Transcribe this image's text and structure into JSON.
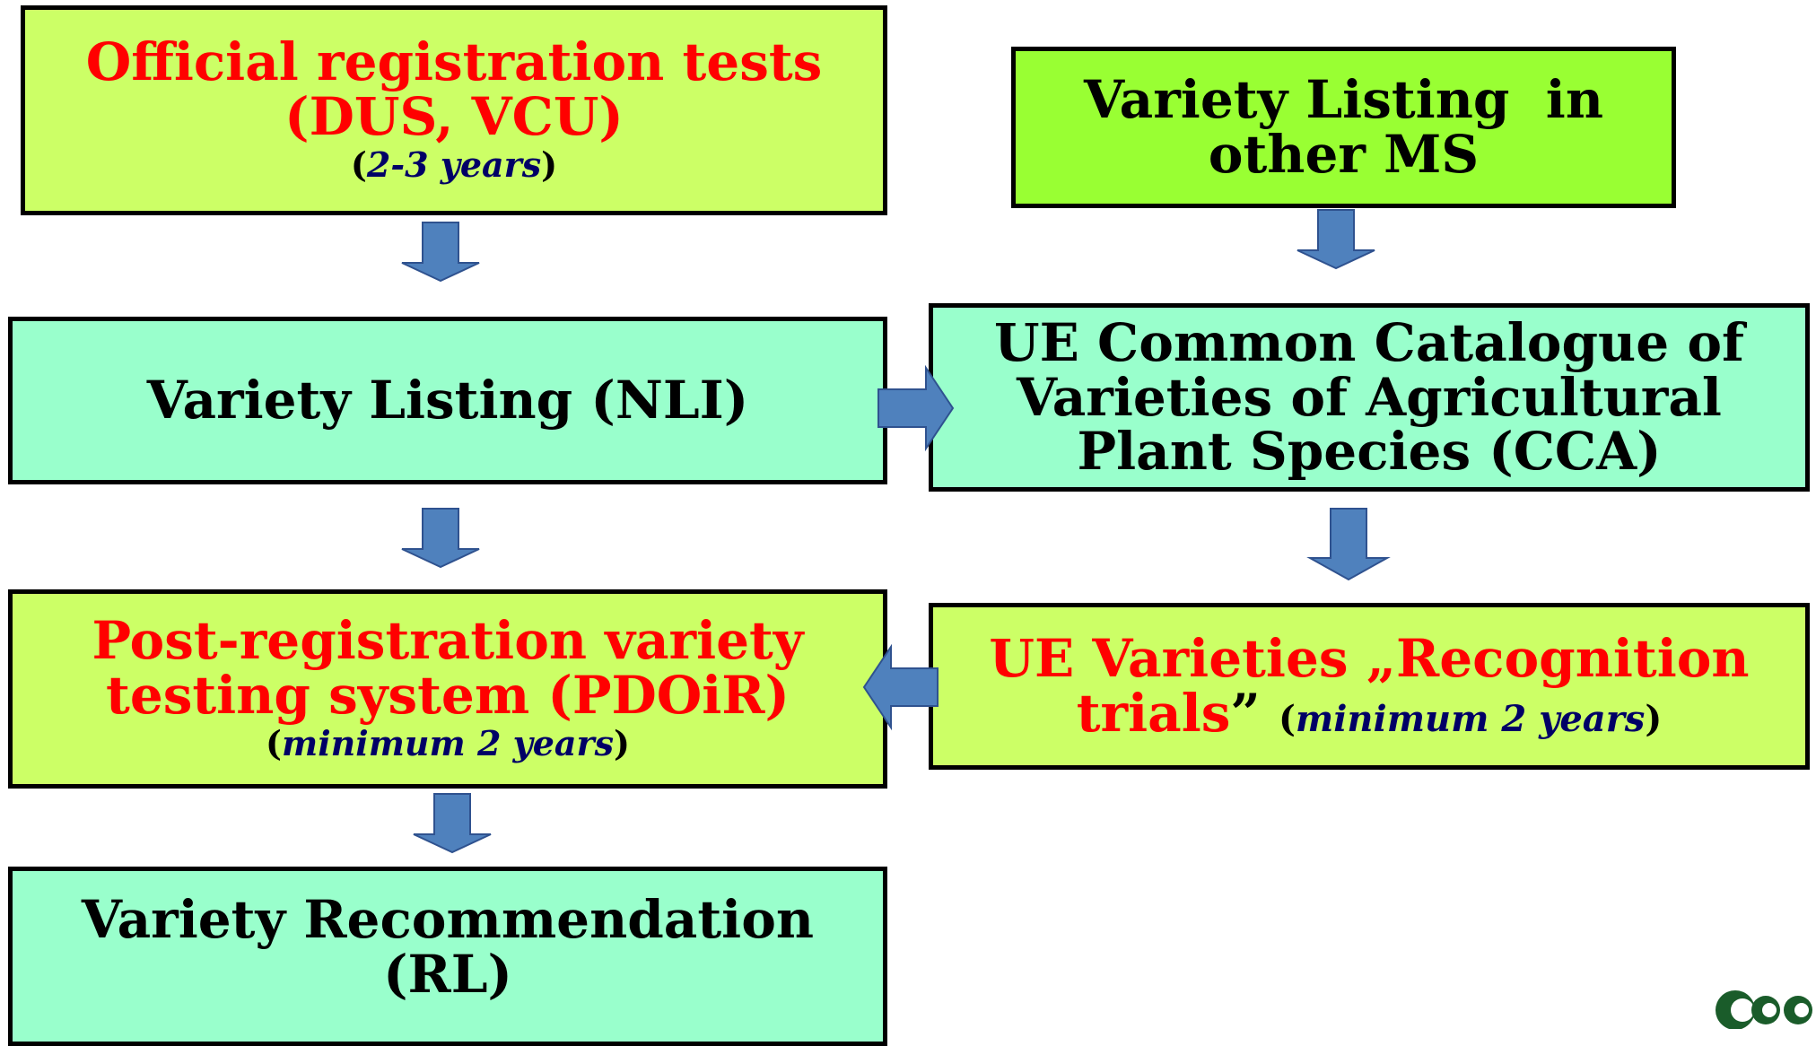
{
  "boxes": {
    "official_tests": {
      "title": "Official registration tests (DUS, VCU)",
      "sub_open": "(",
      "sub_italic": "2-3 years",
      "sub_close": ")"
    },
    "variety_listing_nli": {
      "title": "Variety Listing (NLI)"
    },
    "post_registration": {
      "title": "Post-registration variety testing system (PDOiR)",
      "sub_open": "(",
      "sub_italic": "minimum 2 years",
      "sub_close": ")"
    },
    "recommendation": {
      "title": "Variety Recommendation (RL)"
    },
    "listing_other_ms": {
      "title": "Variety Listing  in other MS"
    },
    "common_catalogue": {
      "title": "UE Common Catalogue of Varieties of Agricultural Plant Species (CCA)"
    },
    "recognition_trials": {
      "title_red": "UE Varieties „Recognition trials",
      "title_black": "”",
      "sub_open": "(",
      "sub_italic": "minimum 2 years",
      "sub_close": ")"
    }
  },
  "colors": {
    "lime": "#ccff66",
    "green": "#99ff33",
    "mint": "#99ffcc",
    "arrow": "#4f81bd",
    "title_red": "#ff0000",
    "subtitle_navy": "#000066",
    "logo": "#1a5c2a"
  },
  "icons": {
    "arrow": "block-arrow-icon",
    "logo": "logo-icon"
  }
}
